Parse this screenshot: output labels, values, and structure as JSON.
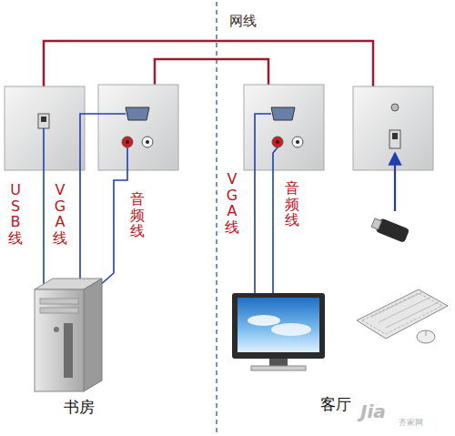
{
  "diagram": {
    "labels": [
      "网线",
      "USB线",
      "VGA线",
      "音频线",
      "书房",
      "VGA线",
      "音频线",
      "客厅",
      "Jia",
      "齐家网"
    ]
  }
}
